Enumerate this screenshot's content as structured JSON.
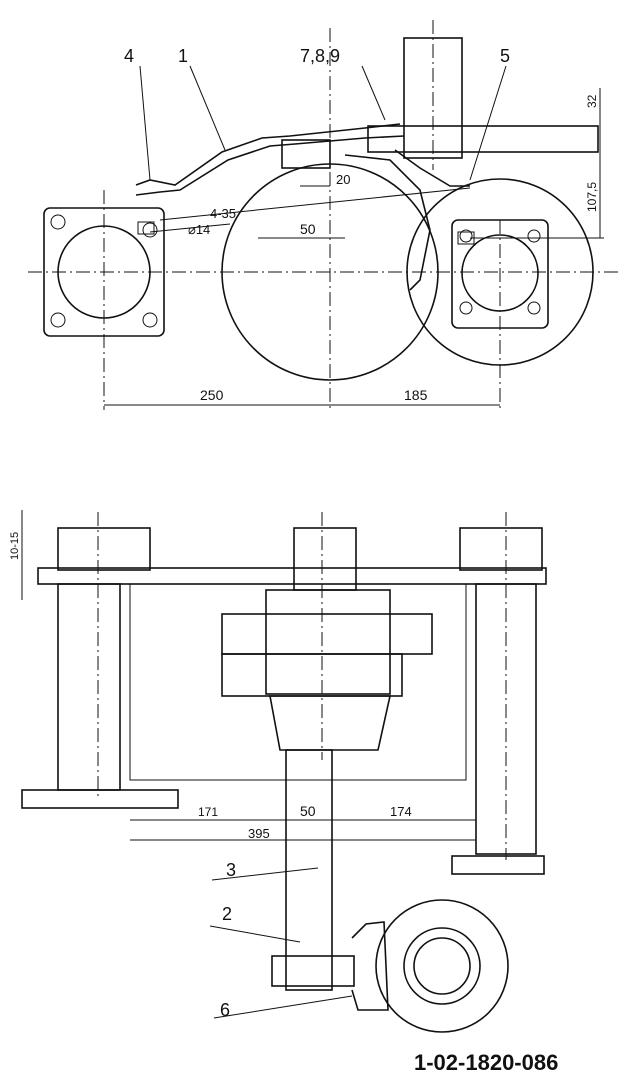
{
  "top_view": {
    "callouts": [
      "4",
      "1",
      "7,8,9",
      "5"
    ],
    "dims": {
      "d250": "250",
      "d185": "185",
      "d50": "50",
      "d20": "20",
      "d32": "32",
      "d107": "107,5",
      "weld": "4-35",
      "dia": "⌀14"
    }
  },
  "bottom_view": {
    "callouts": [
      "3",
      "2",
      "6"
    ],
    "dims": {
      "d1015": "10-15",
      "d171": "171",
      "d50": "50",
      "d174": "174",
      "d395": "395"
    }
  },
  "drawing_number": "1-02-1820-086"
}
